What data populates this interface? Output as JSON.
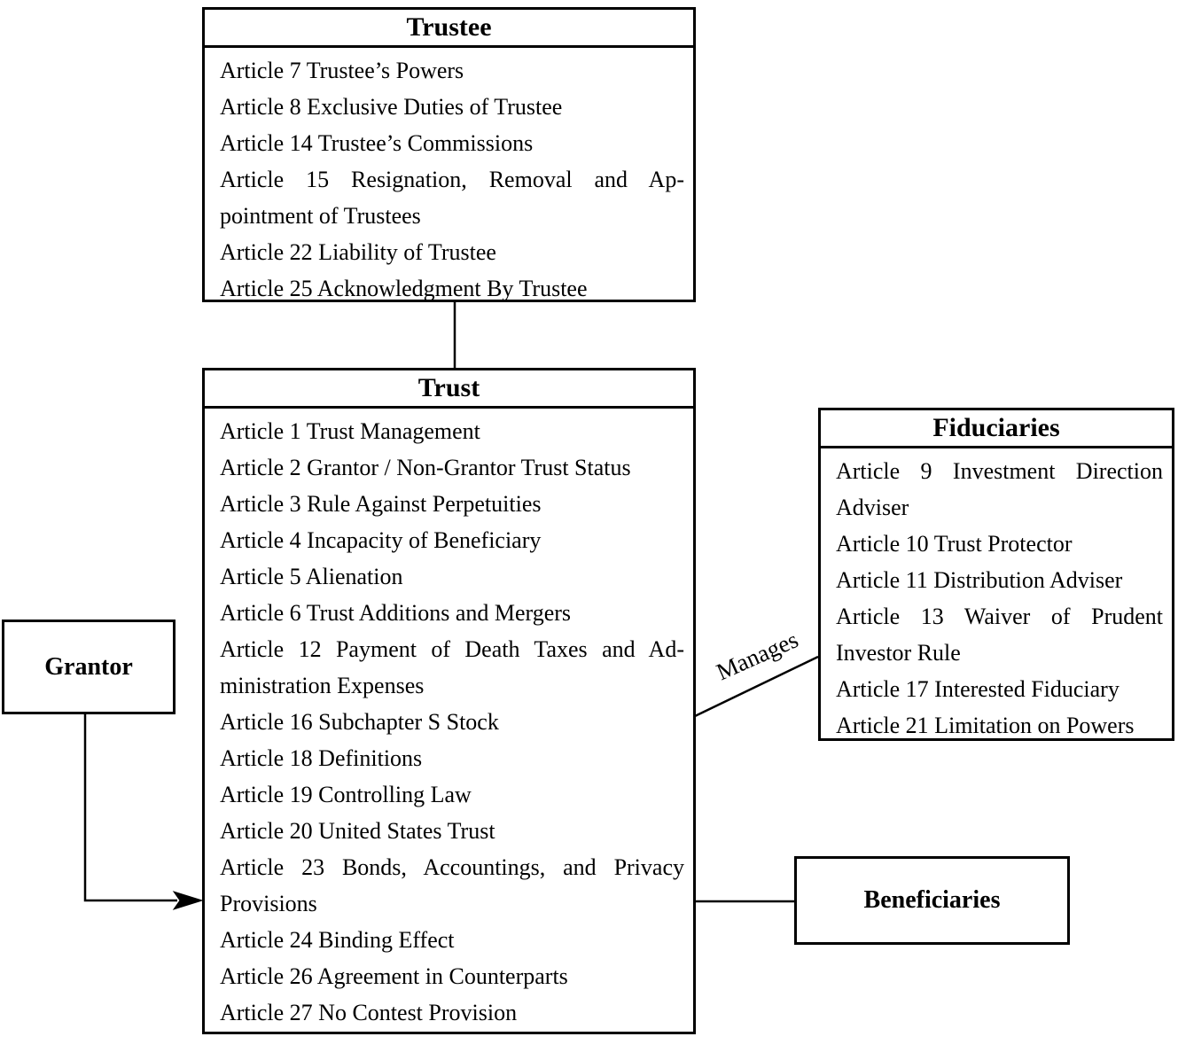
{
  "diagram": {
    "colors": {
      "background": "#ffffff",
      "line": "#000000",
      "text": "#000000"
    },
    "boxes": {
      "trustee": {
        "title": "Trustee",
        "items": [
          "Article 7 Trustee’s Powers",
          "Article 8 Exclusive Duties of Trustee",
          "Article 14 Trustee’s Commissions",
          "Article 15 Resignation, Removal and Ap-pointment of Trustees",
          "Article 22 Liability of Trustee",
          "Article 25 Acknowledgment By Trustee"
        ]
      },
      "trust": {
        "title": "Trust",
        "items": [
          "Article 1 Trust Management",
          "Article 2 Grantor / Non-Grantor Trust Status",
          "Article 3 Rule Against Perpetuities",
          "Article 4 Incapacity of Beneficiary",
          "Article 5 Alienation",
          "Article 6 Trust Additions and Mergers",
          "Article 12 Payment of Death Taxes and Ad-ministration Expenses",
          "Article 16 Subchapter S Stock",
          "Article 18 Definitions",
          "Article 19 Controlling Law",
          "Article 20 United States Trust",
          "Article 23 Bonds, Accountings, and Privacy Provisions",
          "Article 24 Binding Effect",
          "Article 26 Agreement in Counterparts",
          "Article 27 No Contest Provision"
        ]
      },
      "fiduciaries": {
        "title": "Fiduciaries",
        "items": [
          "Article 9 Investment Direction Adviser",
          "Article 10 Trust Protector",
          "Article 11 Distribution Adviser",
          "Article 13 Waiver of Prudent Investor Rule",
          "Article 17 Interested Fiduciary",
          "Article 21 Limitation on Powers"
        ]
      },
      "grantor": {
        "label": "Grantor"
      },
      "beneficiaries": {
        "label": "Beneficiaries"
      }
    },
    "edges": {
      "manages_label": "Manages"
    }
  }
}
